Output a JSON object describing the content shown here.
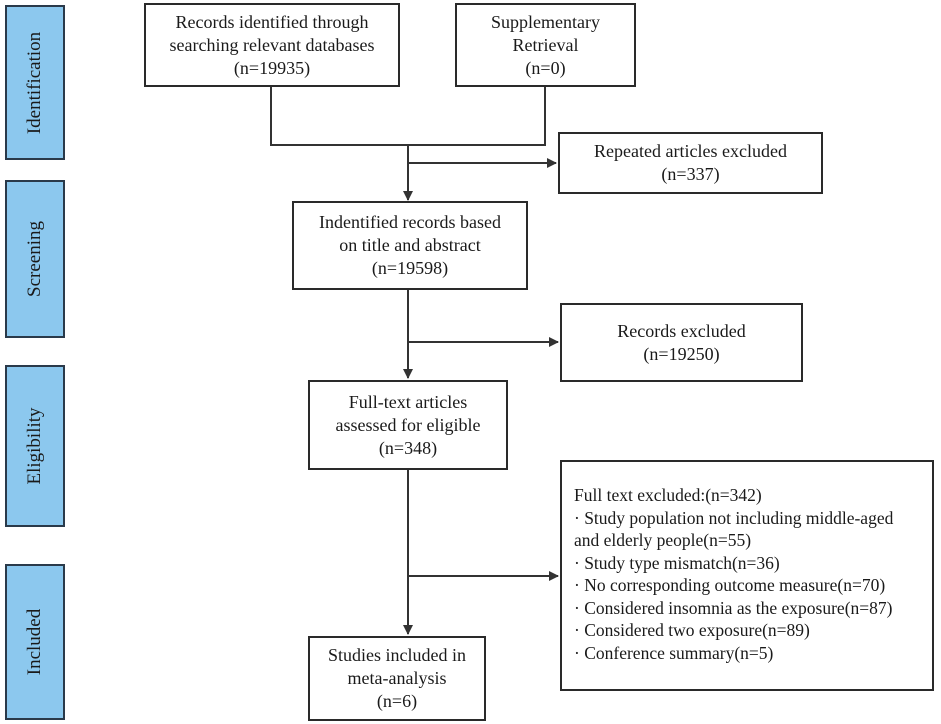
{
  "stages": {
    "identification": "Identification",
    "screening": "Screening",
    "eligibility": "Eligibility",
    "included": "Included"
  },
  "boxes": {
    "records_identified": {
      "lines": [
        "Records identified through",
        "searching  relevant databases",
        "(n=19935)"
      ]
    },
    "supplementary": {
      "lines": [
        "Supplementary",
        "Retrieval",
        "(n=0)"
      ]
    },
    "repeated_excluded": {
      "lines": [
        "Repeated articles excluded",
        "(n=337)"
      ]
    },
    "identified_title_abstract": {
      "lines": [
        "Indentified records based",
        "on title and abstract",
        "(n=19598)"
      ]
    },
    "records_excluded": {
      "lines": [
        "Records excluded",
        "(n=19250)"
      ]
    },
    "full_text_assessed": {
      "lines": [
        "Full-text articles",
        "assessed for eligible",
        "(n=348)"
      ]
    },
    "full_text_excluded": {
      "lines": [
        "Full text excluded:(n=342)",
        "· Study population not including middle-aged",
        "and elderly people(n=55)",
        "· Study type mismatch(n=36)",
        "· No corresponding outcome measure(n=70)",
        "· Considered insomnia as the exposure(n=87)",
        "· Considered two exposure(n=89)",
        "· Conference summary(n=5)"
      ]
    },
    "studies_included": {
      "lines": [
        "Studies included in",
        "meta-analysis",
        "(n=6)"
      ]
    }
  },
  "colors": {
    "stage_fill": "#8cc8ee",
    "stage_border": "#2a3a4a",
    "line": "#333333"
  }
}
